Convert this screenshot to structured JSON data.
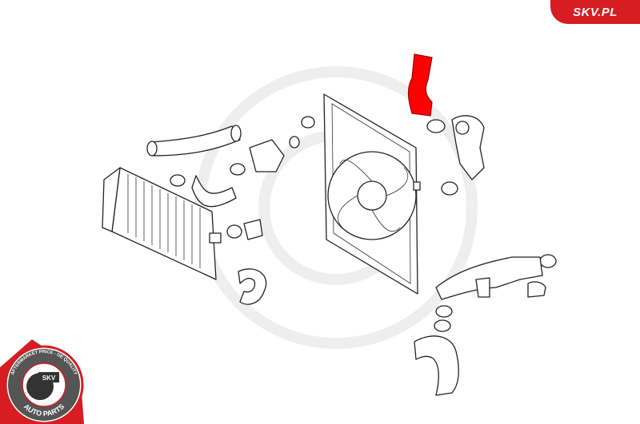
{
  "brand": {
    "site_label": "SKV.PL",
    "logo_text": [
      "AFTERMARKET PRICE - OE QUALITY",
      "SKV",
      "AUTO PARTS"
    ],
    "accent_color": "#d51d22"
  },
  "diagram": {
    "highlighted_part_color": "#ff0000",
    "parts": [
      "intercooler",
      "radiator-fan-assembly",
      "charge-air-hose-highlighted",
      "hose-clamps",
      "throttle-housing",
      "intake-pipe",
      "intercooler-hoses"
    ]
  }
}
